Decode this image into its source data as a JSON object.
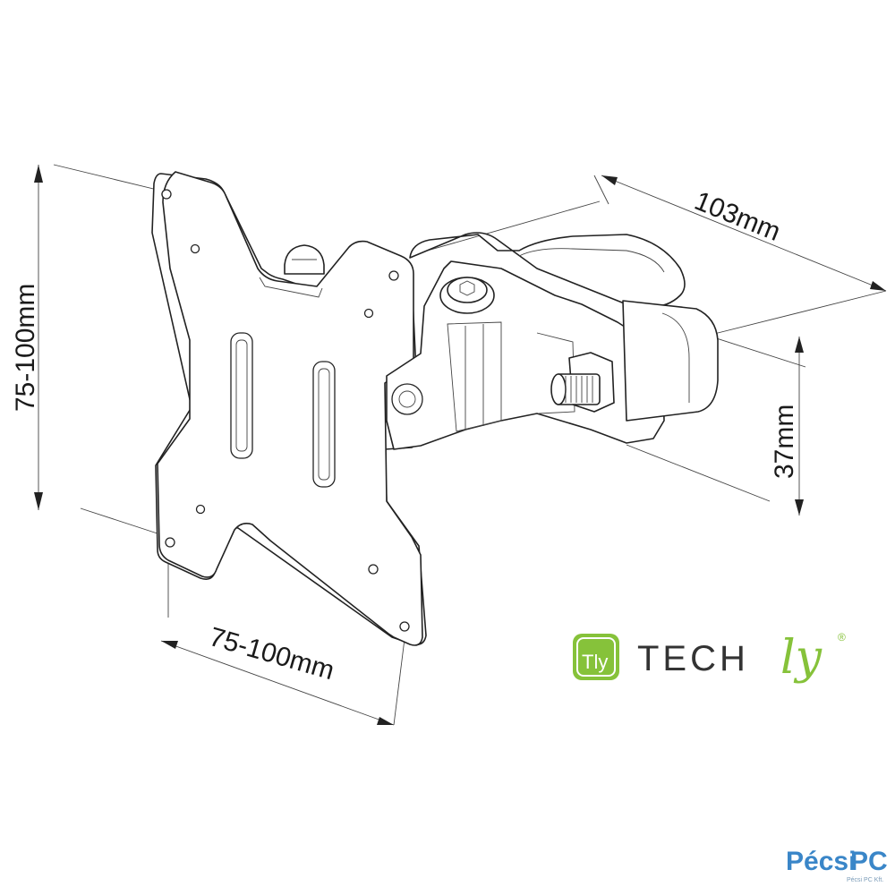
{
  "dimensions": {
    "height_label": "75-100mm",
    "width_label": "75-100mm",
    "depth_label": "103mm",
    "arm_label": "37mm"
  },
  "logo": {
    "icon_text": "Tly",
    "brand_main": "TECH",
    "brand_suffix": "ly",
    "registered": "®",
    "accent_color": "#86c23a"
  },
  "watermark": {
    "name": "Pécsi",
    "name_suffix": "PC",
    "tagline": "Pécsi PC Kft.",
    "color": "#3a86c8"
  }
}
